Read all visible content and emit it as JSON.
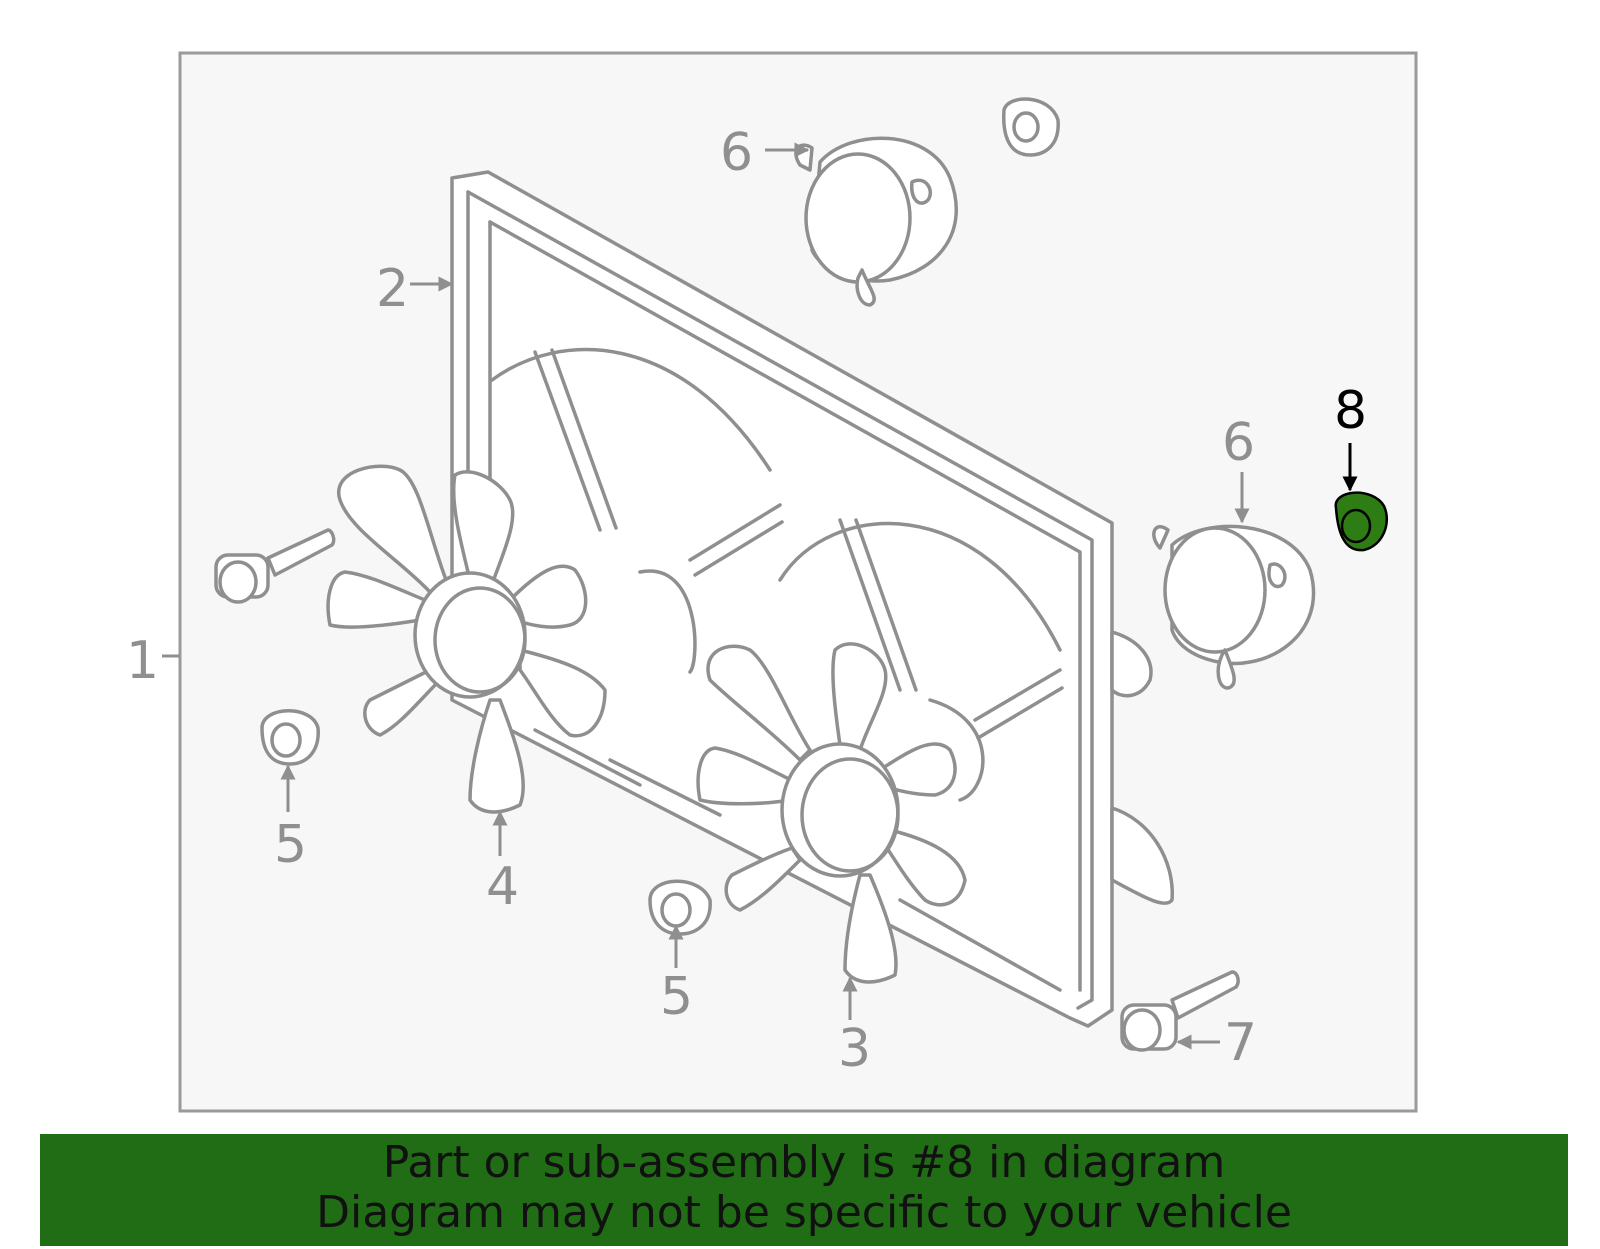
{
  "colors": {
    "frame_fill": "#f7f7f7",
    "frame_stroke": "#9a9a9a",
    "line_gray": "#8f8f8f",
    "highlight_part": "#2e7d14",
    "banner_bg": "#216d16",
    "banner_text": "#111111"
  },
  "callouts": {
    "c1": "1",
    "c2": "2",
    "c3": "3",
    "c4": "4",
    "c5a": "5",
    "c5b": "5",
    "c6a": "6",
    "c6b": "6",
    "c7": "7",
    "c8": "8"
  },
  "highlighted_callout": "8",
  "banner": {
    "line1": "Part or sub-assembly is #8 in diagram",
    "line2": "Diagram may not be specific to your vehicle"
  }
}
